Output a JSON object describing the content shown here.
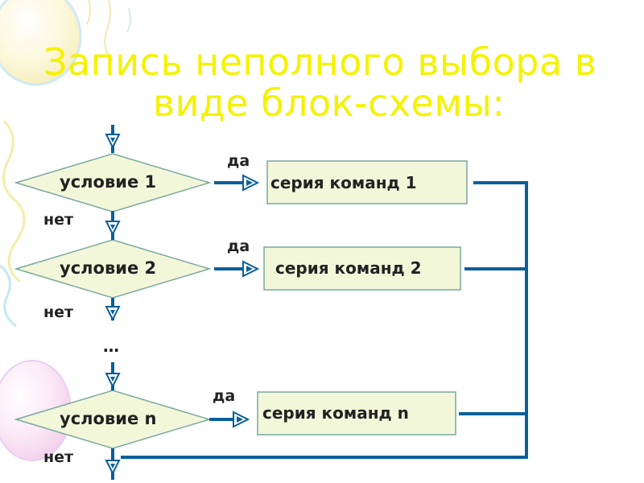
{
  "colors": {
    "title": "#f5f200",
    "shape_fill": "#f3f7d9",
    "shape_stroke": "#77a8a0",
    "connector": "#0b5f9a",
    "text": "#222222"
  },
  "title": {
    "line1": "Запись неполного выбора в",
    "line2": "виде блок-схемы:"
  },
  "conditions": [
    {
      "label": "условие 1"
    },
    {
      "label": "условие 2"
    },
    {
      "label": "условие n"
    }
  ],
  "commands": [
    {
      "label": "серия команд 1"
    },
    {
      "label": "серия команд 2"
    },
    {
      "label": "серия команд n"
    }
  ],
  "branch_labels": {
    "yes": "да",
    "no": "нет"
  },
  "ellipsis": "…"
}
